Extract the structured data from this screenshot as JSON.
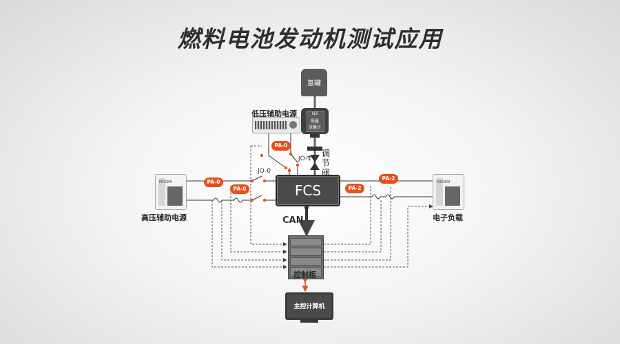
{
  "title": "燃料电池发动机测试应用",
  "nodes": {
    "hydrogen_tank": "氢罐",
    "flow_meter_line1": "H2",
    "flow_meter_line2": "质量",
    "flow_meter_line3": "流量计",
    "low_voltage_supply": "低压辅助电源",
    "high_voltage_supply": "高压辅助电源",
    "electronic_load": "电子负载",
    "fcs": "FCS",
    "control_cabinet": "控制柜",
    "host_computer": "主控计算机",
    "valve": "调节阀",
    "can": "CAN",
    "brand": "MDGEN"
  },
  "switches": {
    "jo0": "JO-0",
    "jo1": "JO-1"
  },
  "badges": {
    "pa0": "PA-0",
    "pa2": "PA-2"
  },
  "colors": {
    "accent": "#e8501a",
    "device": "#5a5a5a",
    "line": "#333333"
  }
}
